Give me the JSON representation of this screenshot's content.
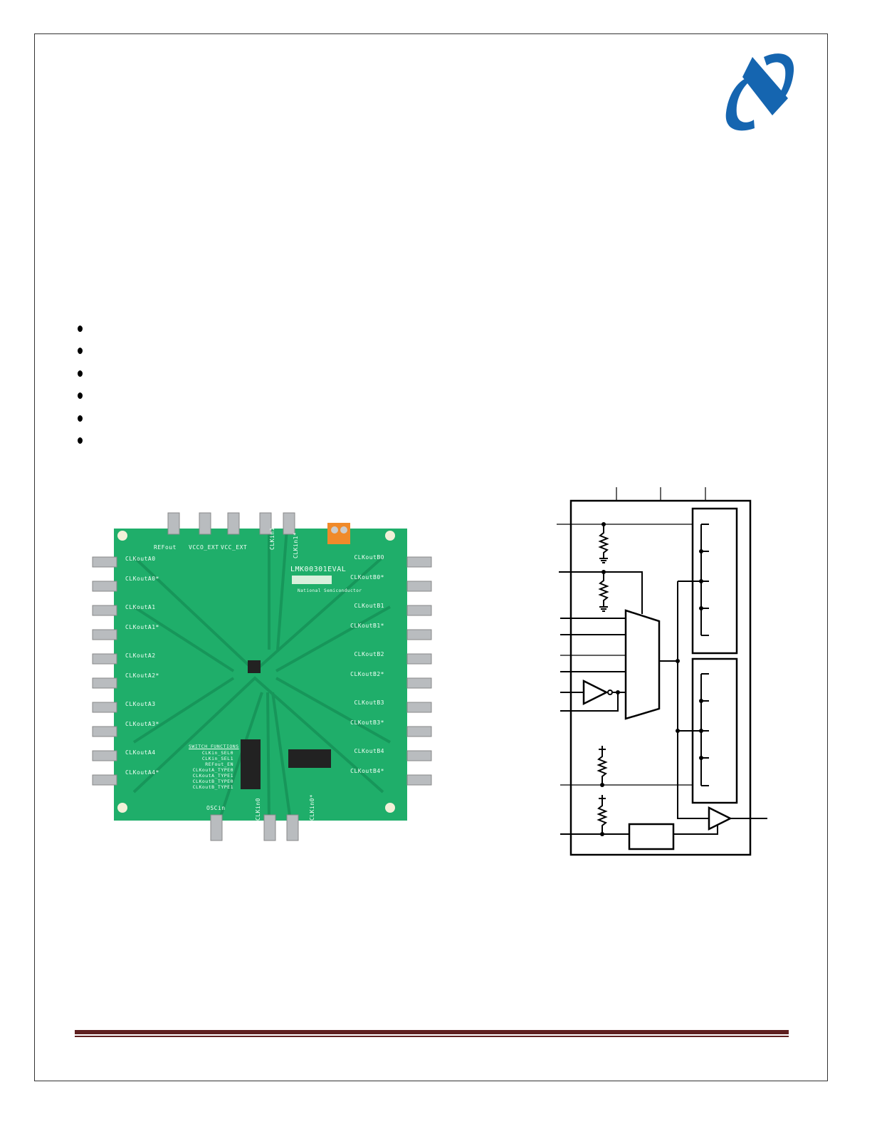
{
  "document": {
    "bullet_count": 6,
    "colors": {
      "logo_blue": "#1565b0",
      "rule": "#5e1f1f",
      "pcb_green": "#1fae6a"
    }
  },
  "logo": {
    "icon": "national-semiconductor-logo"
  },
  "board_photo": {
    "board_name": "LMK00301EVAL",
    "top_connectors": [
      "REFout",
      "VCCO_EXT",
      "VCC_EXT",
      "CLKin1",
      "CLKin1*"
    ],
    "left_outputs": [
      "CLKoutA0",
      "CLKoutA0*",
      "CLKoutA1",
      "CLKoutA1*",
      "CLKoutA2",
      "CLKoutA2*",
      "CLKoutA3",
      "CLKoutA3*",
      "CLKoutA4",
      "CLKoutA4*"
    ],
    "right_outputs": [
      "CLKoutB0",
      "CLKoutB0*",
      "CLKoutB1",
      "CLKoutB1*",
      "CLKoutB2",
      "CLKoutB2*",
      "CLKoutB3",
      "CLKoutB3*",
      "CLKoutB4",
      "CLKoutB4*"
    ],
    "bottom_connectors": [
      "OSCin",
      "CLKin0",
      "CLKin0*"
    ],
    "switch_title": "SWITCH FUNCTIONS",
    "switch_functions": [
      "CLKin_SEL0",
      "CLKin_SEL1",
      "REFout_EN",
      "CLKoutA_TYPE0",
      "CLKoutA_TYPE1",
      "CLKoutB_TYPE0",
      "CLKoutB_TYPE1"
    ],
    "logo_text": "National Semiconductor"
  }
}
